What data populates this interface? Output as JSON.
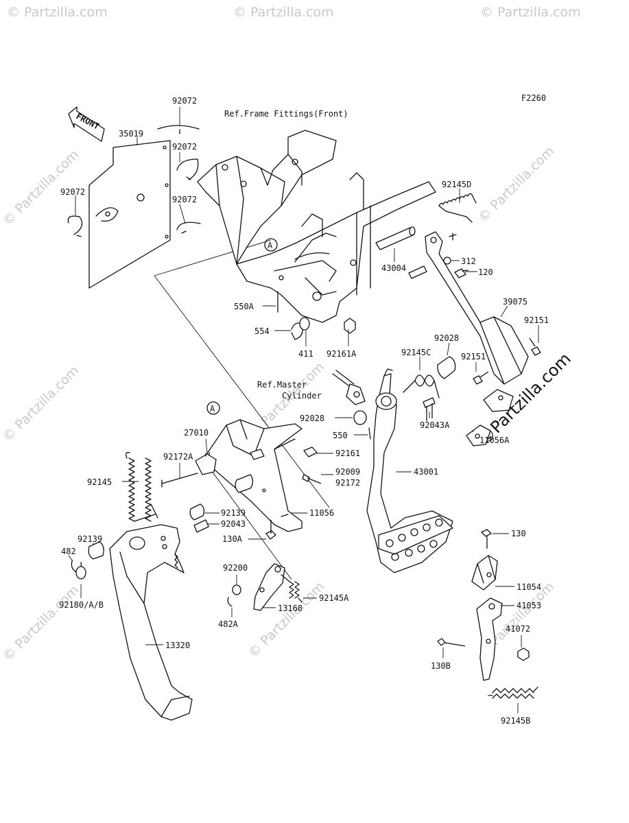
{
  "diagram": {
    "code": "F2260",
    "direction_label": "FRONT",
    "references": [
      {
        "id": "ref-frame-fittings",
        "text": "Ref.Frame Fittings(Front)"
      },
      {
        "id": "ref-master-1",
        "text": "Ref.Master"
      },
      {
        "id": "ref-master-2",
        "text": "Cylinder"
      }
    ],
    "callout_marker": "A",
    "watermarks": {
      "small": "© Partzilla.com",
      "large": "©Partzilla.com"
    },
    "parts": [
      "92072",
      "35019",
      "92072",
      "92072",
      "92072",
      "92145D",
      "43004",
      "312",
      "120",
      "550A",
      "554",
      "411",
      "92161A",
      "39075",
      "92151",
      "92028",
      "92145C",
      "92151",
      "92028",
      "550",
      "92043A",
      "11056A",
      "92161",
      "92009",
      "92172",
      "43001",
      "27010",
      "92172A",
      "92145",
      "92139",
      "92043",
      "11056",
      "130A",
      "92139",
      "482",
      "92180/A/B",
      "92200",
      "482A",
      "13168",
      "92145A",
      "13320",
      "130",
      "11054",
      "41053",
      "41072",
      "130B",
      "92145B"
    ]
  }
}
